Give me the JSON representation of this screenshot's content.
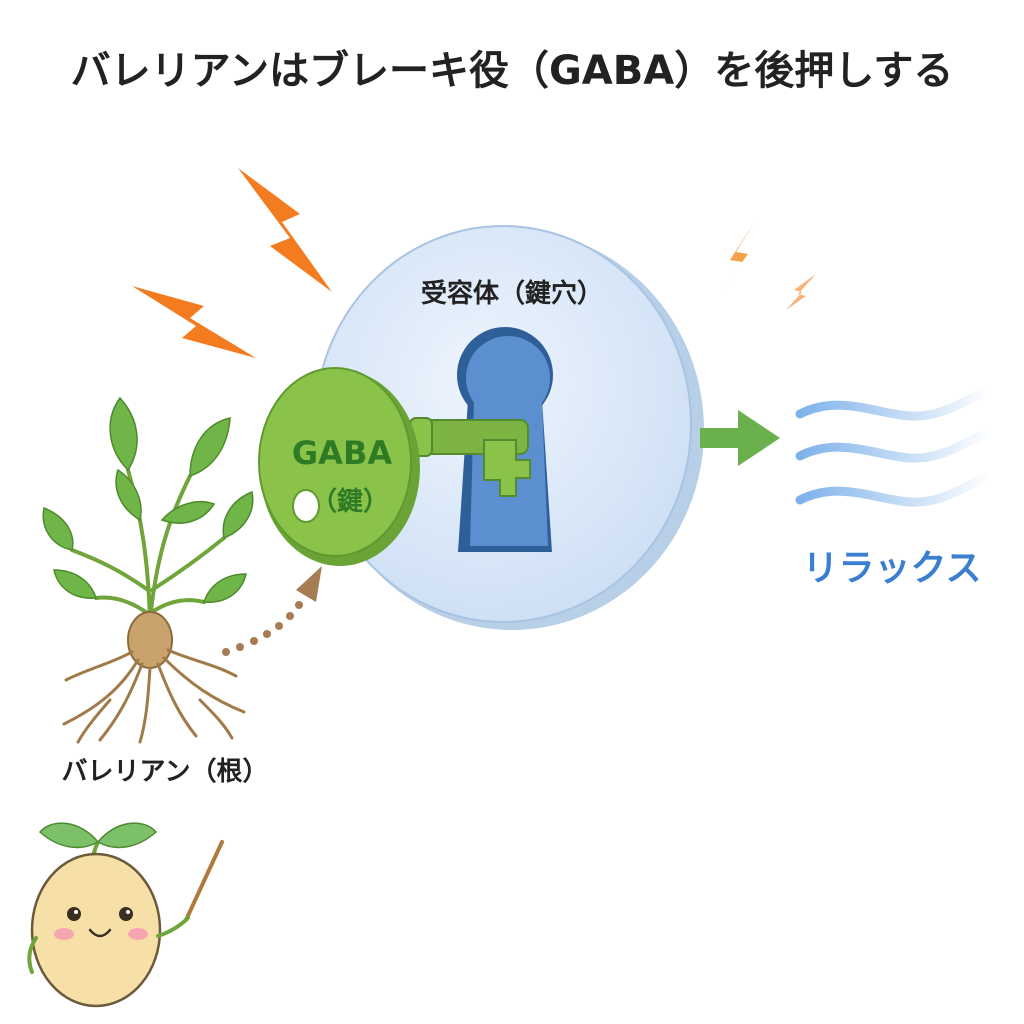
{
  "title": "バレリアンはブレーキ役（GABA）を後押しする",
  "receptor": {
    "label": "受容体（鍵穴）"
  },
  "key": {
    "line1": "GABA",
    "line2": "（鍵）"
  },
  "plant": {
    "label": "バレリアン（根）"
  },
  "effect": {
    "label": "リラックス"
  },
  "colors": {
    "key_green": "#8bc34a",
    "receptor_blue": "#dde9f8",
    "spark_orange": "#f47c20",
    "relax_blue": "#3b7fd0",
    "root_brown": "#b08a5a"
  },
  "icons": {
    "sparks": "lightning-bolt-icon",
    "mascot": "seed-sprout-mascot",
    "plant": "valerian-plant-icon"
  }
}
